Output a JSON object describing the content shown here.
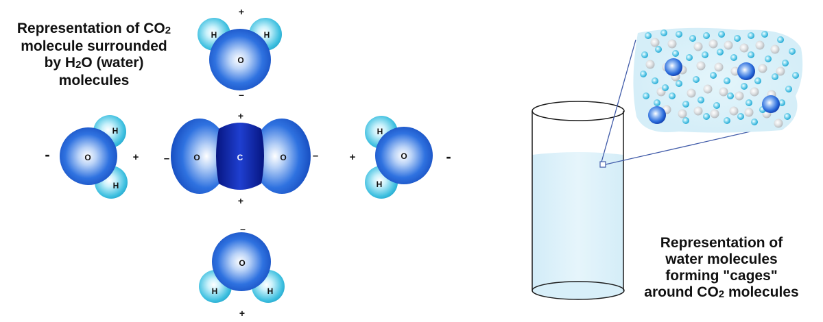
{
  "captions": {
    "left": {
      "line1_pre": "Representation of CO",
      "line1_sub": "2",
      "line2": "molecule surrounded",
      "line3_pre": "by H",
      "line3_sub": "2",
      "line3_post": "O (water)",
      "line4": "molecules"
    },
    "right": {
      "line1": "Representation of",
      "line2": "water molecules",
      "line3": "forming \"cages\"",
      "line4_pre": "around CO",
      "line4_sub": "2",
      "line4_post": " molecules"
    }
  },
  "atoms": {
    "hydrogen": "H",
    "oxygen": "O",
    "carbon": "C"
  },
  "charges": {
    "positive": "+",
    "negative": "–",
    "negative_side": "-"
  },
  "colors": {
    "oxygen_dark": "#1f5fd6",
    "oxygen_light": "#ffffff",
    "hydrogen": "#3fc0e0",
    "carbon": "#0b1f9e",
    "water": "#d6eef8",
    "glass_outline": "#1a1a1a",
    "zoom_line": "#3f5aa8",
    "cage_oxygen": "#27b5dc",
    "cage_hydrogen": "#cfd3d6",
    "co2_sphere": "#1a5fd2"
  }
}
